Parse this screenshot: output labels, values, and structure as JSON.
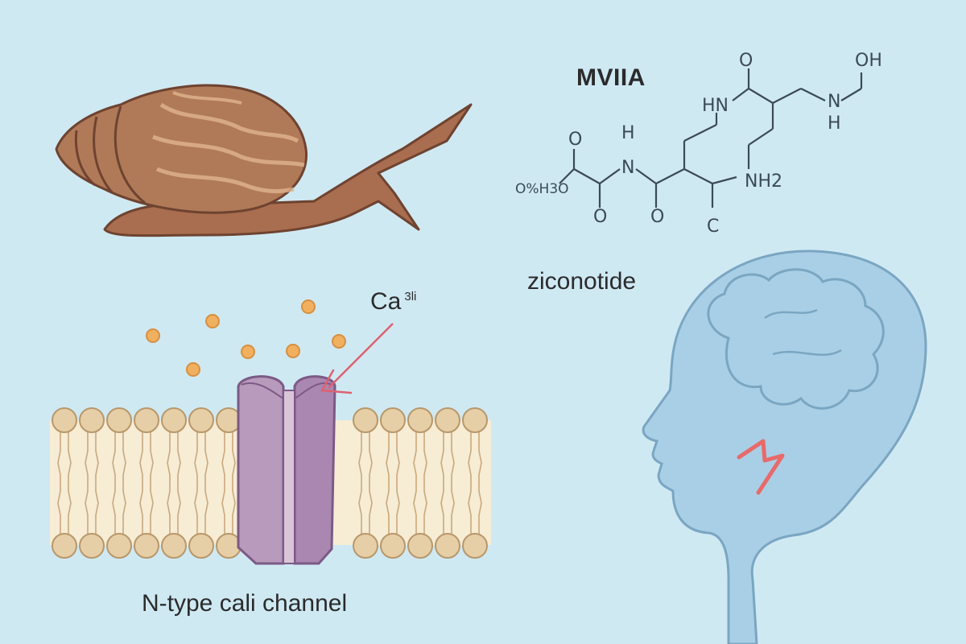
{
  "labels": {
    "peptide_name": "MVIIA",
    "drug_name": "ziconotide",
    "ion": "Ca",
    "ion_superscript": "3li",
    "channel_caption": "N-type cali channel"
  },
  "structure_atoms": {
    "o_top": "O",
    "oh": "OH",
    "hn": "HN",
    "nh_right": "N",
    "h_right": "H",
    "h_left_n": "H",
    "n_left": "N",
    "o_upper_left": "O",
    "o_group_left": "O",
    "methoxy": "O%H3O",
    "o_bottom_left": "O",
    "o_bottom_mid": "O",
    "nh2": "NH2",
    "c_bottom": "C"
  },
  "colors": {
    "background": "#cfe9f3",
    "snail_body": "#a96d4f",
    "snail_shell": "#b07a58",
    "membrane_head": "#e6cfa6",
    "membrane_core": "#f7ecd4",
    "channel": "#b89abc",
    "calcium": "#f0b060",
    "arrow": "#e06070",
    "head_silhouette": "#a9cfe6",
    "pain_bolt": "#e86a6a"
  },
  "icons": [
    "snail-illustration",
    "lipid-membrane",
    "calcium-channel",
    "calcium-ion-dots",
    "arrow-icon",
    "human-head-icon",
    "brain-icon",
    "lightning-bolt-icon"
  ]
}
